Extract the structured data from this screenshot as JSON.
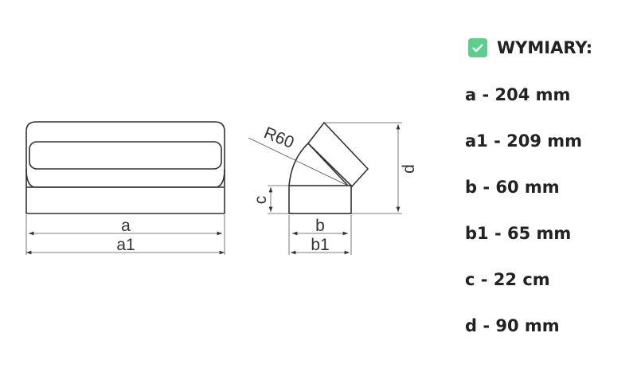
{
  "diagram": {
    "labels": {
      "a": "a",
      "a1": "a1",
      "b": "b",
      "b1": "b1",
      "c": "c",
      "d": "d",
      "radius": "R60"
    }
  },
  "dimensions": {
    "title": "WYMIARY:",
    "icon": "check-icon",
    "accent": "#5ccf8c",
    "items": [
      "a - 204 mm",
      "a1 - 209 mm",
      "b - 60 mm",
      "b1 - 65 mm",
      "c - 22 cm",
      "d - 90 mm"
    ]
  }
}
